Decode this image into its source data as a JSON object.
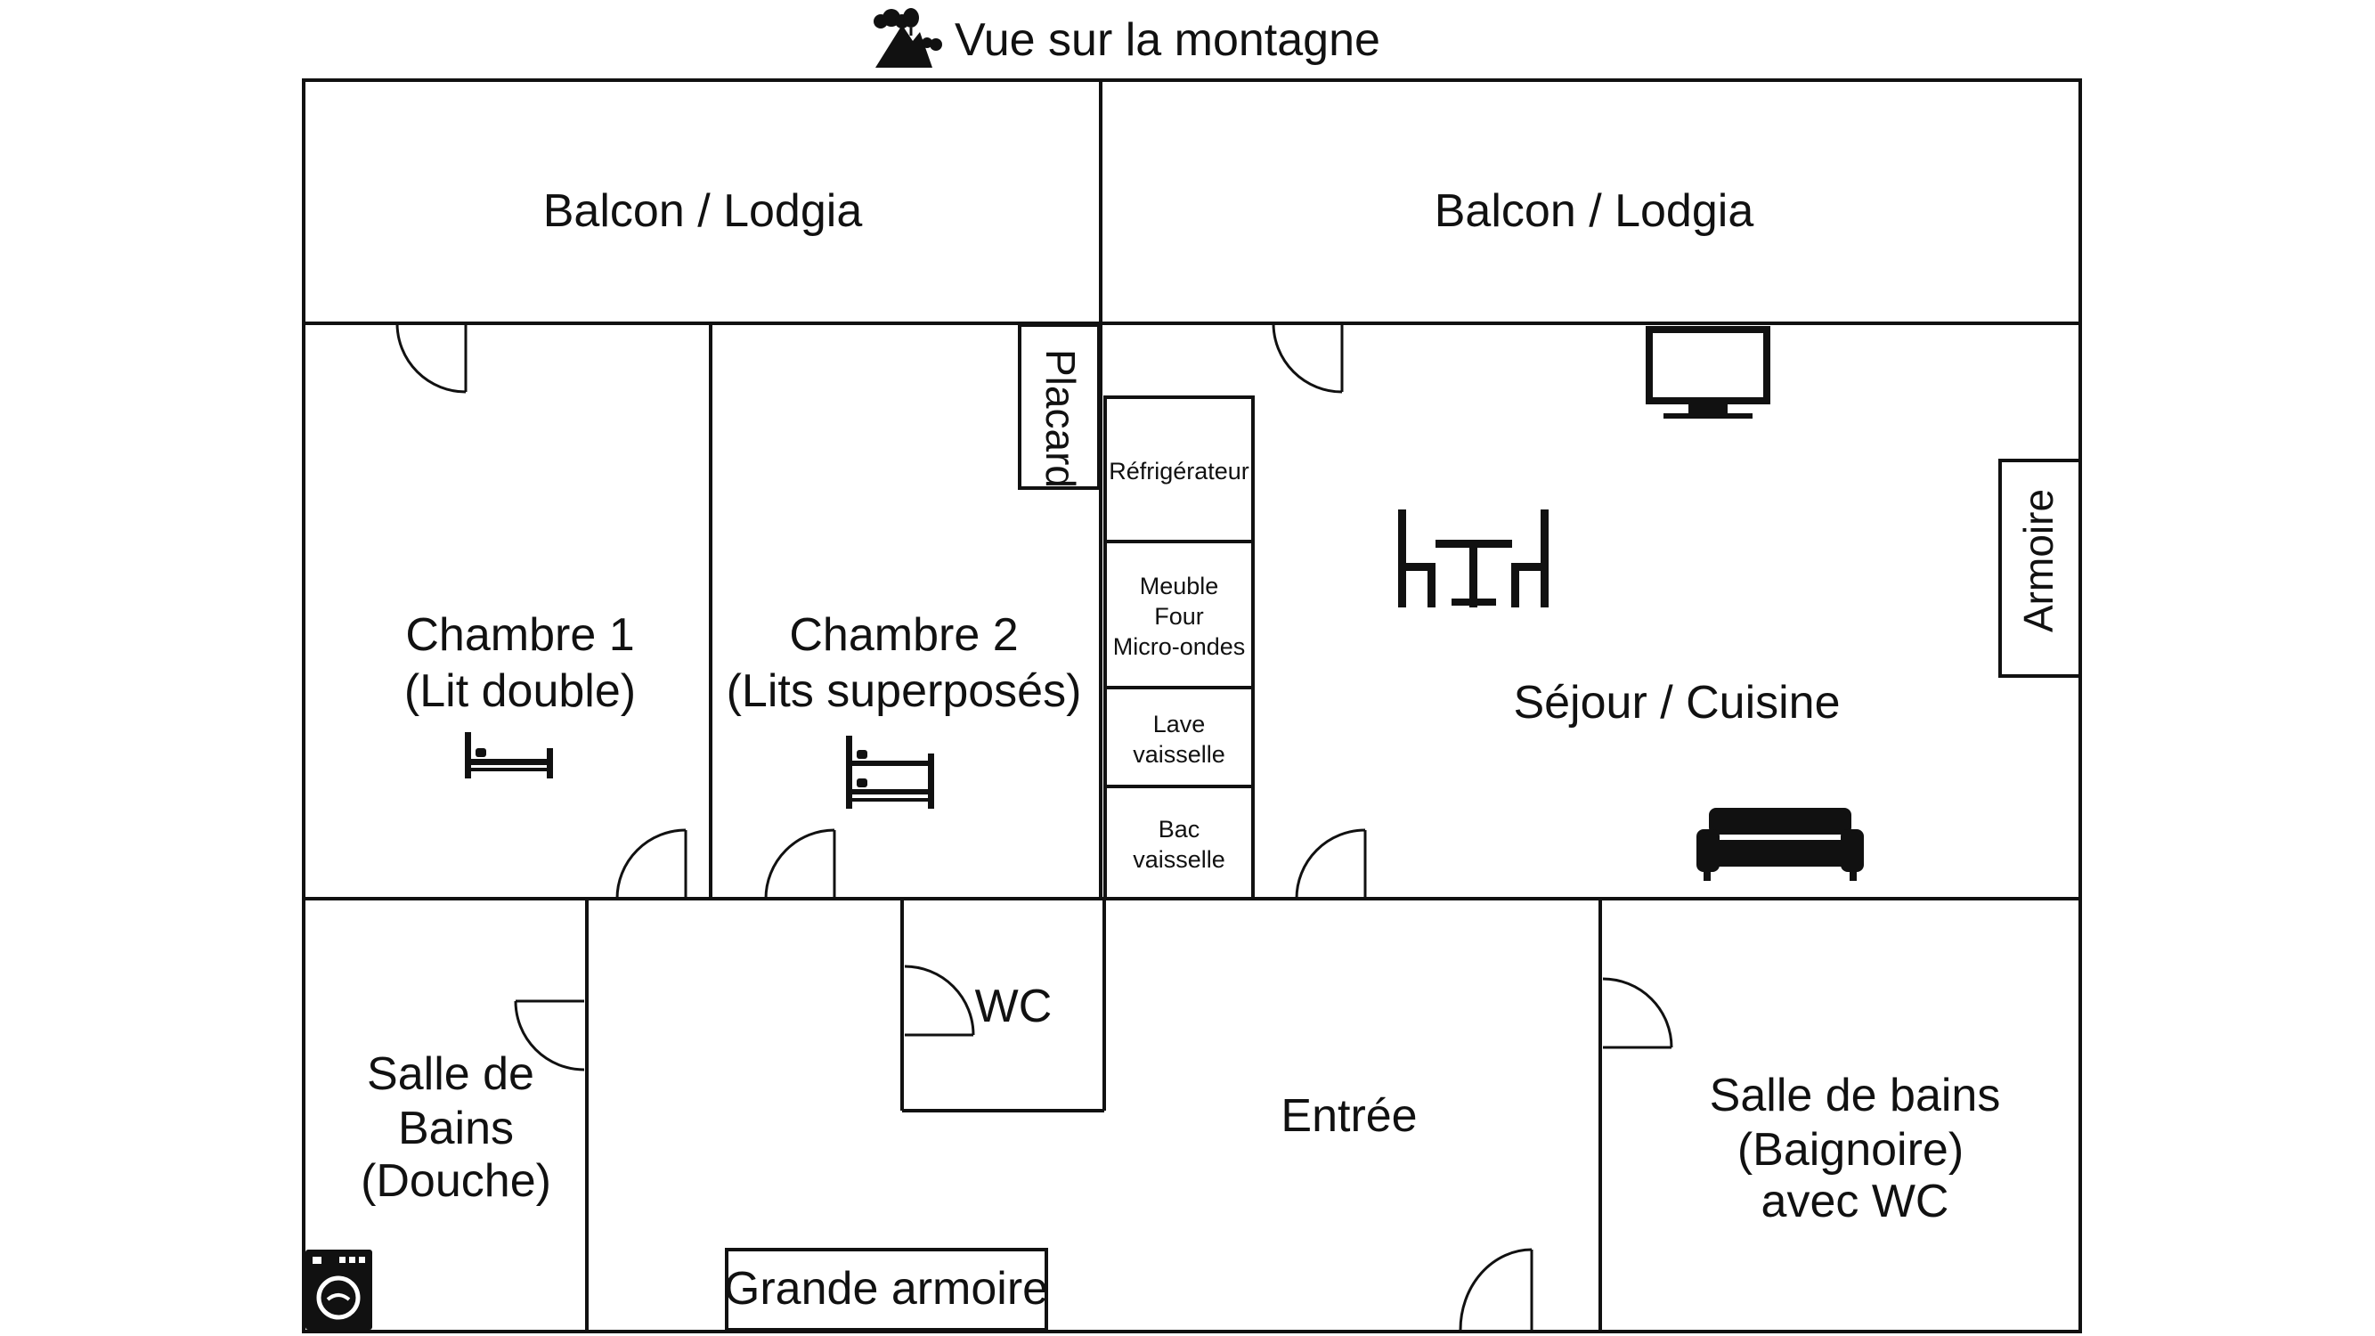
{
  "header": {
    "title": "Vue sur la montagne",
    "icon": "mountain-view-icon"
  },
  "rooms": {
    "balcony_left": "Balcon / Lodgia",
    "balcony_right": "Balcon / Lodgia",
    "chambre1": [
      "Chambre 1",
      "(Lit double)"
    ],
    "chambre2": [
      "Chambre 2",
      "(Lits superposés)"
    ],
    "sejour": "Séjour / Cuisine",
    "salle_douche": [
      "Salle de",
      "Bains",
      "(Douche)"
    ],
    "entree": "Entrée",
    "wc": "WC",
    "salle_bains": [
      "Salle de bains",
      "(Baignoire)",
      "avec WC"
    ]
  },
  "fixtures": {
    "placard": "Placard",
    "refrigerateur": "Réfrigérateur",
    "meuble": [
      "Meuble",
      "Four",
      "Micro-ondes"
    ],
    "lave_vaisselle": [
      "Lave",
      "vaisselle"
    ],
    "bac_vaisselle": [
      "Bac",
      "vaisselle"
    ],
    "armoire": "Armoire",
    "grande_armoire": "Grande armoire"
  },
  "icons": [
    "mountain-view-icon",
    "double-bed-icon",
    "bunk-bed-icon",
    "tv-icon",
    "dining-table-icon",
    "sofa-icon",
    "washing-machine-icon"
  ],
  "colors": {
    "ink": "#111111",
    "background": "#ffffff"
  }
}
